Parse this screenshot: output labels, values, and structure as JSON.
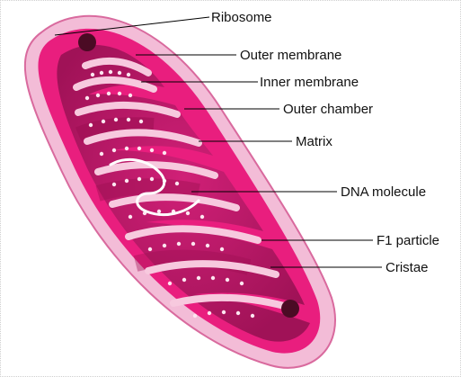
{
  "labels": {
    "ribosome": "Ribosome",
    "outer_membrane": "Outer membrane",
    "inner_membrane": "Inner membrane",
    "outer_chamber": "Outer chamber",
    "matrix": "Matrix",
    "dna_molecule": "DNA molecule",
    "f1_particle": "F1 particle",
    "cristae": "Cristae"
  },
  "colors": {
    "outer_membrane": "#f3bcd7",
    "outer_chamber": "#e91e7e",
    "matrix": "#c21868",
    "matrix_dark": "#9d0f52",
    "cristae_fold": "#f7c9de",
    "particles": "#fde6f0",
    "ribosome": "#4b0b24",
    "dna": "#ffffff",
    "leader_line": "#000000"
  }
}
